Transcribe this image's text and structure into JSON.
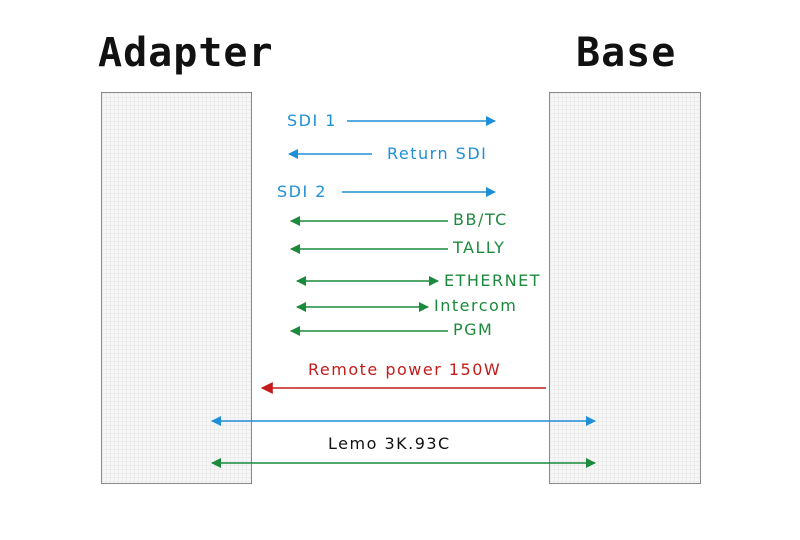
{
  "titles": {
    "left": "Adapter",
    "right": "Base"
  },
  "colors": {
    "blue": "#1f8fd6",
    "green": "#1c8a3c",
    "red": "#c41c1c"
  },
  "signals": {
    "sdi1": "SDI 1",
    "return_sdi": "Return SDI",
    "sdi2": "SDI 2",
    "bbtc": "BB/TC",
    "tally": "TALLY",
    "ethernet": "ETHERNET",
    "intercom": "Intercom",
    "pgm": "PGM",
    "remote_power": "Remote power 150W",
    "lemo": "Lemo 3K.93C"
  }
}
